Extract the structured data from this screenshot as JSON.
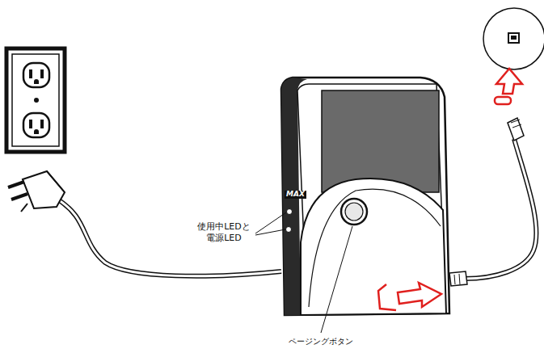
{
  "diagram": {
    "labels": [
      "MAX",
      "使用中LEDと 電源LED",
      "ページングボタン"
    ]
  }
}
